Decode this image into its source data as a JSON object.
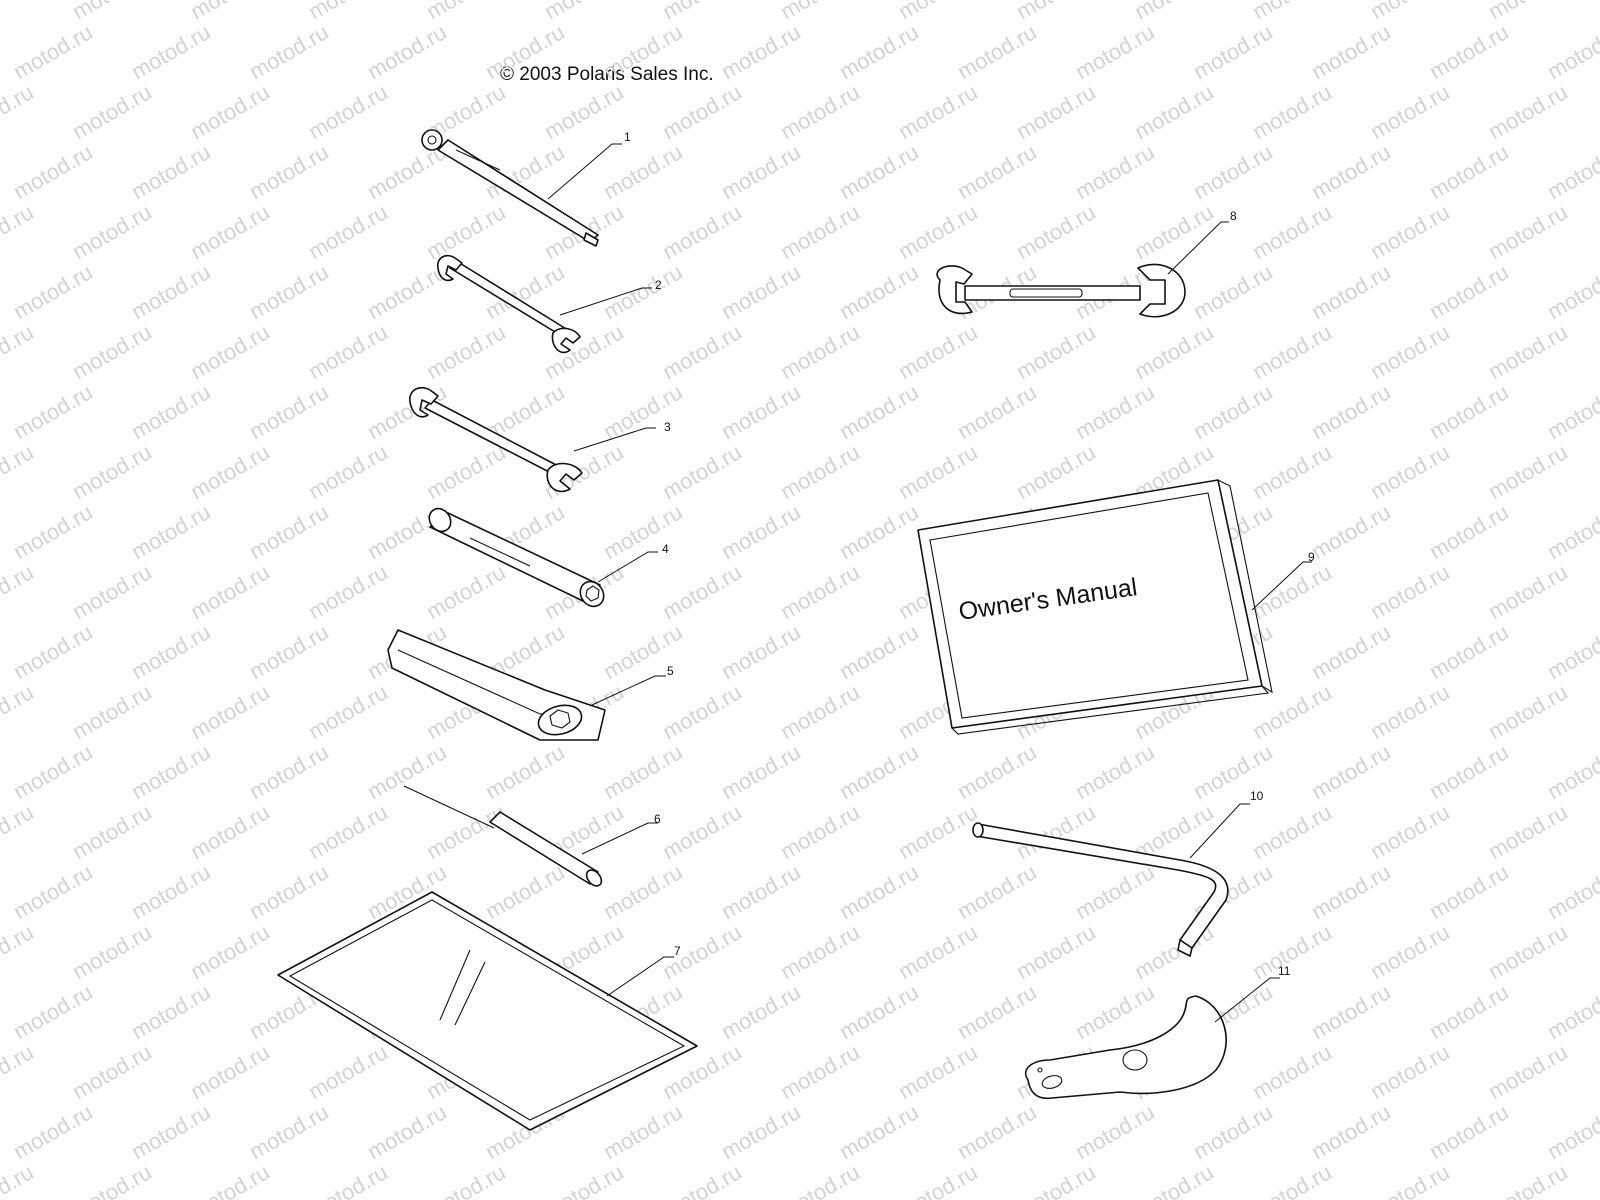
{
  "copyright": "© 2003 Polaris Sales Inc.",
  "watermark": {
    "text": "motod.ru",
    "color": "#d3d3d3"
  },
  "manual_title": "Owner's Manual",
  "callouts": [
    "1",
    "2",
    "3",
    "4",
    "5",
    "6",
    "7",
    "8",
    "9",
    "10",
    "11"
  ]
}
